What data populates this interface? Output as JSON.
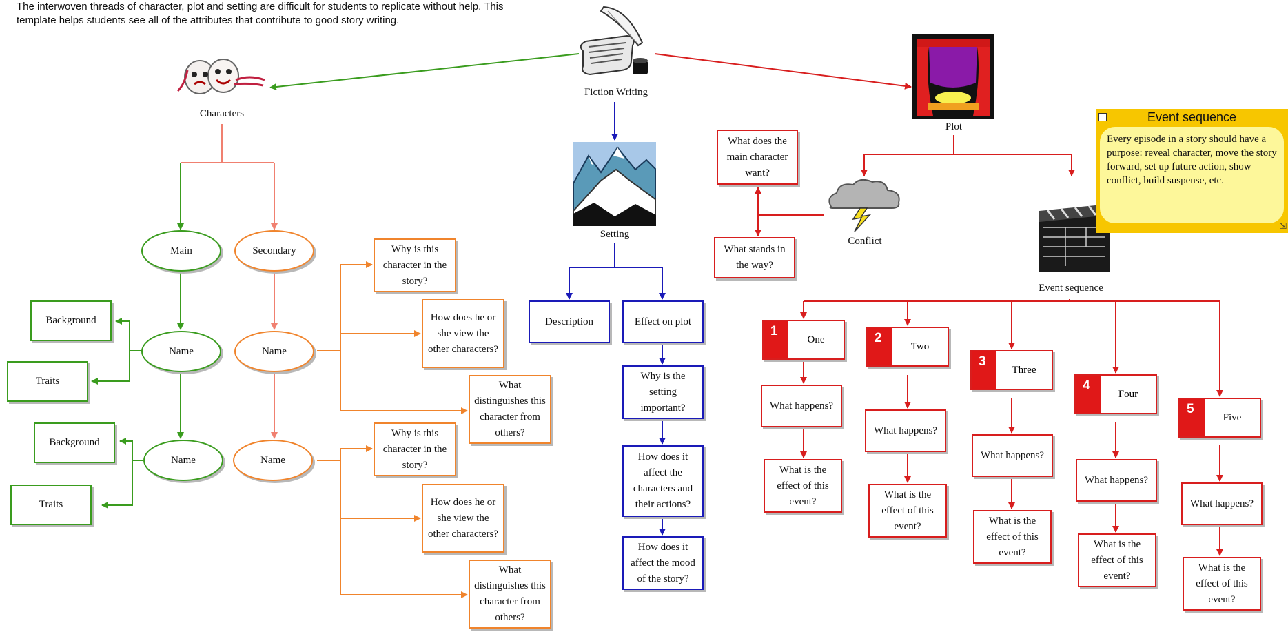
{
  "intro_text": "The interwoven threads of character, plot and setting are difficult for students to replicate without help. This template helps students see all of the attributes that contribute to good story writing.",
  "colors": {
    "green": "#3a9c1e",
    "orange": "#f0842c",
    "salmon": "#f08070",
    "blue": "#1a1ab8",
    "red": "#d81e1e",
    "note_bg": "#f7c600",
    "note_body": "#fdf79a"
  },
  "root": {
    "label": "Fiction Writing",
    "icon": "quill-scroll-icon"
  },
  "characters": {
    "label": "Characters",
    "icon": "theater-masks-icon",
    "main": "Main",
    "secondary": "Secondary",
    "main_names": [
      "Name",
      "Name"
    ],
    "secondary_names": [
      "Name",
      "Name"
    ],
    "background": "Background",
    "traits": "Traits",
    "questions": [
      "Why is this character in the story?",
      "How does he or she view the other characters?",
      "What distinguishes this character from others?"
    ]
  },
  "setting": {
    "label": "Setting",
    "icon": "mountains-icon",
    "description": "Description",
    "effect": "Effect on plot",
    "questions": [
      "Why is the setting important?",
      "How does it affect the characters and their actions?",
      "How does it affect the mood of the story?"
    ]
  },
  "plot": {
    "label": "Plot",
    "icon": "stage-curtain-icon",
    "conflict": {
      "label": "Conflict",
      "icon": "storm-cloud-icon",
      "want": "What does the main character want?",
      "obstacle": "What stands in the way?"
    },
    "event_sequence": {
      "label": "Event sequence",
      "icon": "clapperboard-icon",
      "events": [
        {
          "num": "1",
          "label": "One",
          "happens": "What happens?",
          "effect": "What is the effect of this event?"
        },
        {
          "num": "2",
          "label": "Two",
          "happens": "What happens?",
          "effect": "What is the effect of this event?"
        },
        {
          "num": "3",
          "label": "Three",
          "happens": "What happens?",
          "effect": "What is the effect of this event?"
        },
        {
          "num": "4",
          "label": "Four",
          "happens": "What happens?",
          "effect": "What is the effect of this event?"
        },
        {
          "num": "5",
          "label": "Five",
          "happens": "What happens?",
          "effect": "What is the effect of this event?"
        }
      ]
    }
  },
  "note": {
    "title": "Event sequence",
    "body": "Every episode in a story should have a purpose: reveal character, move the story forward, set up future action, show conflict, build suspense, etc.",
    "icon": "note-icon"
  }
}
